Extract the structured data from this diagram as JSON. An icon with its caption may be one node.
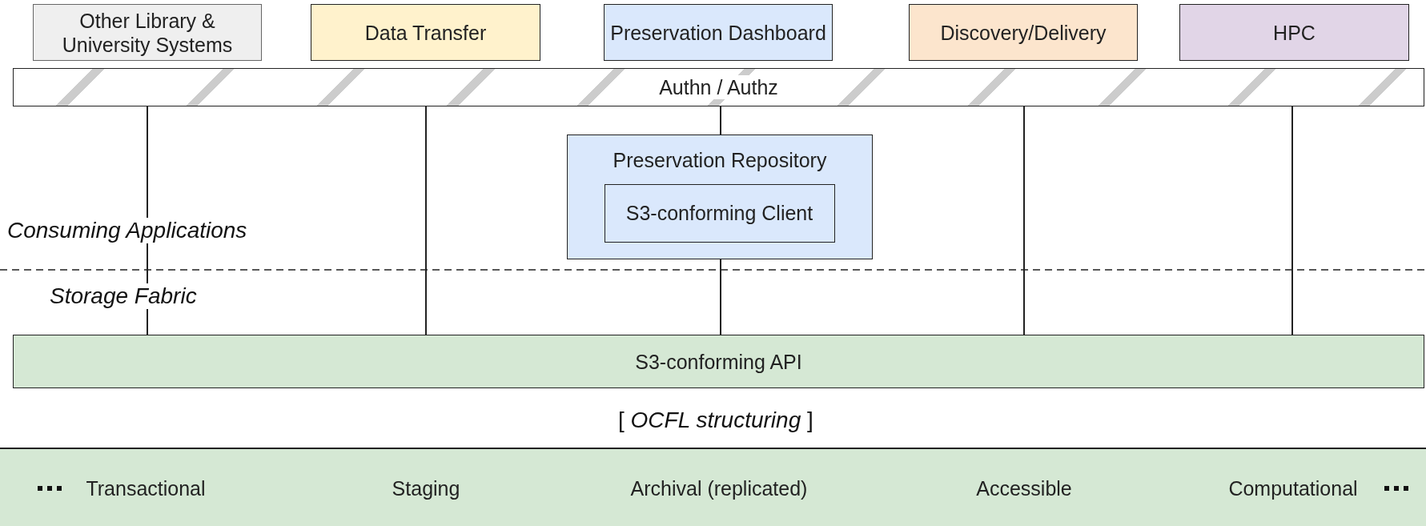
{
  "diagram": {
    "nodes": [
      {
        "text": [
          "Other Library & University Systems"
        ]
      },
      {
        "text": [
          "Data Transfer"
        ]
      },
      {
        "text": [
          "Preservation Dashboard"
        ]
      },
      {
        "text": [
          "Discovery/Delivery"
        ]
      },
      {
        "text": [
          "HPC"
        ]
      },
      {
        "text": [
          "Authn / Authz"
        ]
      },
      {
        "text": [
          "Preservation Repository"
        ]
      },
      {
        "text": [
          "S3-conforming Client"
        ],
        "in": 6
      },
      {
        "text": [
          "S3-conforming API"
        ]
      },
      {
        "text": [
          "Transactional",
          "Staging",
          "Archival (replicated)",
          "Accessible",
          "Computational"
        ]
      }
    ],
    "edges": [
      {
        "from": 5,
        "to": 8,
        "arrow": "none"
      },
      {
        "from": 5,
        "to": 8,
        "arrow": "none"
      },
      {
        "from": 5,
        "to": 6,
        "arrow": "none"
      },
      {
        "from": 7,
        "to": 8,
        "arrow": "none"
      },
      {
        "from": 5,
        "to": 8,
        "arrow": "none"
      },
      {
        "from": 5,
        "to": 8,
        "arrow": "none"
      }
    ],
    "labels": [
      "Consuming Applications",
      "Storage Fabric",
      "[ *OCFL structuring* ]"
    ]
  }
}
